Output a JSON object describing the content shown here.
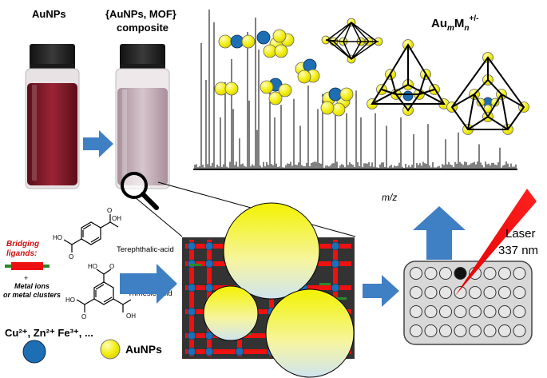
{
  "labels": {
    "aunps_top": "AuNPs",
    "composite_line1": "{AuNPs, MOF}",
    "composite_line2": "composite",
    "formula_base": "Au",
    "formula_m": "m",
    "formula_M": "M",
    "formula_n": "n",
    "formula_charge": "+/-",
    "mz": "m/z",
    "laser_line1": "Laser",
    "laser_line2": "337 nm",
    "bridging_line1": "Bridging",
    "bridging_line2": "ligands:",
    "metal_line1": "Metal ions",
    "metal_line2": "or metal clusters",
    "plus": "+",
    "terephthalic": "Terephthalic-acid",
    "trimesic": "Trimesic acid",
    "cations": "Cu²⁺, Zn²⁺ Fe³⁺, ...",
    "aunps_legend": "AuNPs"
  },
  "colors": {
    "gold_light": "#f8f890",
    "gold": "#f0f000",
    "blue": "#1e6eb4",
    "arrow_blue": "#3f7fc4",
    "red": "#ee1111",
    "mof_bg": "#333333",
    "vial_red": "#8a1a2a",
    "vial_pink": "#c9b4bd"
  }
}
